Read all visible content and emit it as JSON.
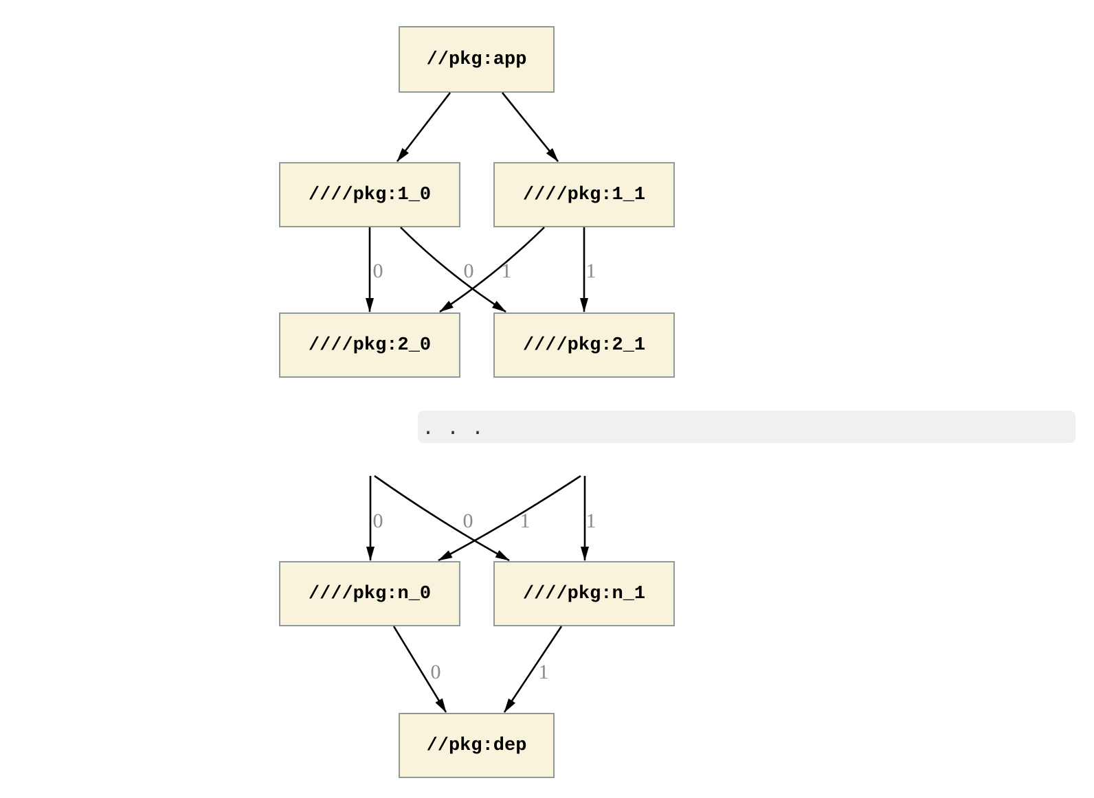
{
  "graph": {
    "type": "dependency-graph",
    "nodes": [
      {
        "id": "app",
        "label": "//pkg:app"
      },
      {
        "id": "1_0",
        "label": "////pkg:1_0"
      },
      {
        "id": "1_1",
        "label": "////pkg:1_1"
      },
      {
        "id": "2_0",
        "label": "////pkg:2_0"
      },
      {
        "id": "2_1",
        "label": "////pkg:2_1"
      },
      {
        "id": "n_0",
        "label": "////pkg:n_0"
      },
      {
        "id": "n_1",
        "label": "////pkg:n_1"
      },
      {
        "id": "dep",
        "label": "//pkg:dep"
      }
    ],
    "ellipsis": ". . .",
    "edges": [
      {
        "from": "app",
        "to": "1_0",
        "label": ""
      },
      {
        "from": "app",
        "to": "1_1",
        "label": ""
      },
      {
        "from": "1_0",
        "to": "2_0",
        "label": "0"
      },
      {
        "from": "1_0",
        "to": "2_1",
        "label": "0"
      },
      {
        "from": "1_1",
        "to": "2_0",
        "label": "1"
      },
      {
        "from": "1_1",
        "to": "2_1",
        "label": "1"
      },
      {
        "from": "...",
        "to": "n_0",
        "label": "0"
      },
      {
        "from": "...",
        "to": "n_1",
        "label": "0"
      },
      {
        "from": "...",
        "to": "n_0",
        "label": "1"
      },
      {
        "from": "...",
        "to": "n_1",
        "label": "1"
      },
      {
        "from": "n_0",
        "to": "dep",
        "label": "0"
      },
      {
        "from": "n_1",
        "to": "dep",
        "label": "1"
      }
    ]
  },
  "colors": {
    "background": "#ffffff",
    "node_fill": "#faf3dc",
    "node_border": "#8f9997",
    "node_text": "#000000",
    "edge": "#000000",
    "edge_label": "#8a8a8a",
    "ellipsis_bar": "#f0f0f0",
    "ellipsis_text": "#2f2f2f"
  }
}
